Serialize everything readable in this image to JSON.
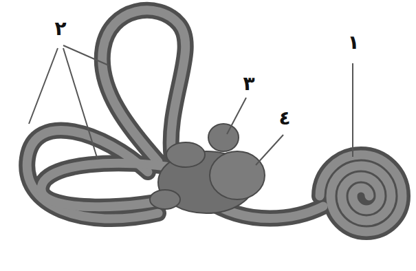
{
  "diagram": {
    "labels": [
      "٢",
      "٣",
      "٤",
      "١"
    ]
  }
}
